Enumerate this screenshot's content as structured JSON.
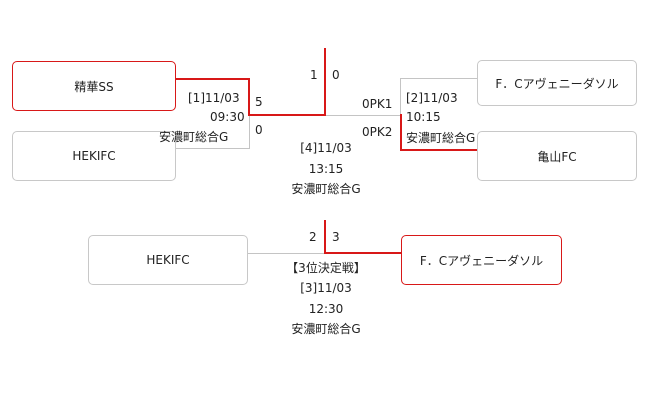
{
  "semifinal_1": {
    "team_top": "精華SS",
    "team_bottom": "HEKIFC",
    "score_top": "5",
    "score_bottom": "0",
    "match_no": "[1]11/03",
    "time": "09:30",
    "venue": "安濃町総合G"
  },
  "semifinal_2": {
    "team_top": "F．Cアヴェニーダソル",
    "team_bottom": "亀山FC",
    "score_top": "0PK1",
    "score_bottom": "0PK2",
    "match_no": "[2]11/03",
    "time": "10:15",
    "venue": "安濃町総合G"
  },
  "final": {
    "score_left": "1",
    "score_right": "0",
    "match_no": "[4]11/03",
    "time": "13:15",
    "venue": "安濃町総合G"
  },
  "third_place": {
    "team_left": "HEKIFC",
    "team_right": "F．Cアヴェニーダソル",
    "score_left": "2",
    "score_right": "3",
    "title": "【3位決定戦】",
    "match_no": "[3]11/03",
    "time": "12:30",
    "venue": "安濃町総合G"
  },
  "colors": {
    "winner": "#d81818",
    "loser": "#c4c4c4"
  }
}
